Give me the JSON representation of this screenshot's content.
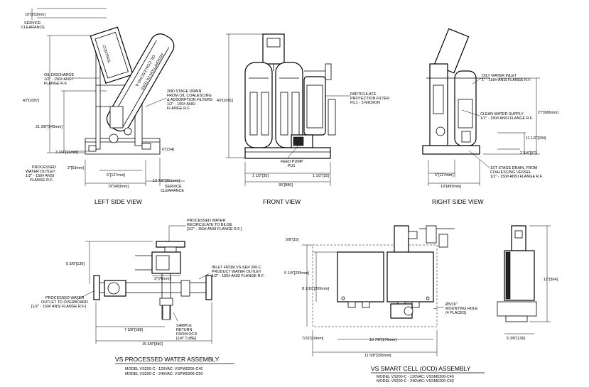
{
  "left_view": {
    "title": "LEFT SIDE VIEW",
    "dims": {
      "service_top": "10\"[253mm]",
      "service_top_l1": "SERVICE",
      "service_top_l2": "CLEARANCE",
      "h43": "43\"[1087]",
      "h21": "21 3/8\"[543mm]",
      "d3_3_4": "3 3/4\"[95mm]",
      "d2": "2\"[53mm]",
      "d5": "5\"[127mm]",
      "d19": "19\"[493mm]",
      "d6": "6\"[154]",
      "service_side": "13 7/8\"[351mm]",
      "service_side_l1": "SERVICE",
      "service_side_l2": "CLEARANCE"
    },
    "oil_discharge": [
      "OIL DISCHARGE",
      "1/2\" - 150# ANSI",
      "FLANGE R.F."
    ],
    "second_stage": [
      "2ND STAGE DRAIN",
      "FROM OIL COALESCING",
      "& ADSORPTION FILTERS",
      "1/2\" - 150# ANSI",
      "FLANGE R.F."
    ],
    "processed_outlet": [
      "PROCESSED",
      "WATER OUTLET",
      "1/2\" - 150# ANSI",
      "FLANGE R.F."
    ],
    "vessel_label_1": "OIL COALESCING &",
    "vessel_label_2": "ADSORPTION FILTERS",
    "box_label": "CONTROL"
  },
  "front_view": {
    "title": "FRONT VIEW",
    "h43": "43\"[1091]",
    "particulate": [
      "PARTICULATE",
      "PROTECTION FILTER",
      "FIL1 - 5 MICRON"
    ],
    "feed_pump": [
      "FEED PUMP",
      "PU1"
    ],
    "d1_5_left": "1 1/2\"[35]",
    "d1_5_right": "1 1/2\"[35]",
    "d35": "35\"[880]"
  },
  "right_view": {
    "title": "RIGHT SIDE VIEW",
    "oily_inlet": [
      "OILY WATER INLET",
      "1\" - 150# ANSI FLANGE R.F."
    ],
    "clean_supply": [
      "CLEAN WATER SUPPLY",
      "1/2\" - 150# ANSI FLANGE R.F."
    ],
    "h27": "27\"[686mm]",
    "h11": "11 1/2\"[294]",
    "h2": "2 3/4\"[67]",
    "d5": "5\"[127mm]",
    "d19": "19\"[493mm]",
    "first_stage": [
      "1ST STAGE DRAIN, FROM",
      "COALESCING VESSEL",
      "1/2\" - 150# ANSI FLANGE R.F."
    ]
  },
  "processed_assembly": {
    "title": "VS PROCESSED WATER ASSEMBLY",
    "model1": "MODEL VS200-C - 120VAC: VSPW0206-C40",
    "model2": "MODEL VS200-C - 240VAC: VSPW0206-C50",
    "recirc": [
      "PROCESSED WATER",
      "RECIRCULATE TO BILGE",
      "[1/2\" - 150# ANSI FLANGE R.F.]"
    ],
    "inlet": [
      "INLET FROM VS-SEP 200-C",
      "PRODUCT WATER OUTLET",
      "1/2\" - 150# ANSI FLANGE R.F."
    ],
    "overboard": [
      "PROCESSED WATER",
      "OUTLET TO OVERBOARD",
      "[1/2\" - 150# ANSI FLANGE R.F.]"
    ],
    "sample": [
      "SAMPLE",
      "RETURN",
      "FROM OCD",
      "[1/4\" TUBE]"
    ],
    "d5_3_8": "5 3/8\"[136]",
    "d3": "3\"[76mm]",
    "d7_3_8": "7 3/8\"[188]",
    "d15": "15 3/8\"[390]"
  },
  "smart_cell": {
    "title": "VS SMART CELL (OCD) ASSEMBLY",
    "model1": "MODEL VS200-C - 120VAC: VSSM0206-C40",
    "model2": "MODEL VS200-C - 240VAC: VSSM0206-C50",
    "d5_8": "5/8\"[15]",
    "d9_1_4": "9 1/4\"[235mm]",
    "d8_1_16": "8 1/16\"[205mm]",
    "d7_16": "7/16\"[10mm]",
    "d10_7_8": "10 7/8\"[276mm]",
    "d11_5_8": "11 5/8\"[295mm]",
    "hole": [
      "Ø5/16\"",
      "MOUNTING HOLE",
      "(4 PLACES)"
    ],
    "d12": "12\"[304]",
    "d5_3_8": "5 3/8\"[136]"
  }
}
